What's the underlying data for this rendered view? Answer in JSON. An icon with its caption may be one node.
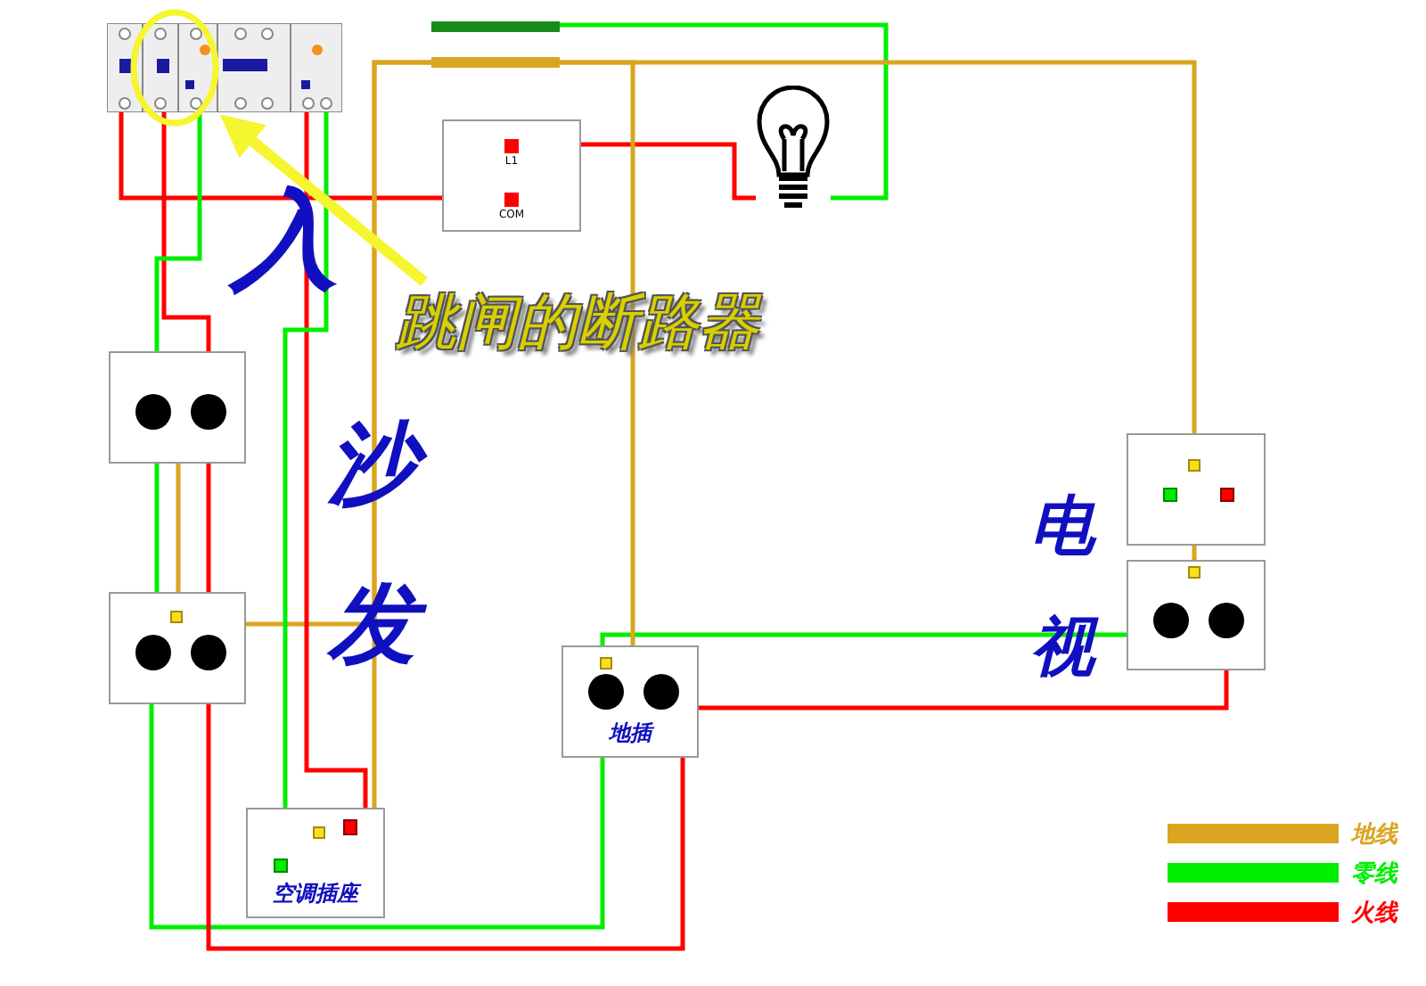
{
  "diagram": {
    "nodes": [
      {
        "text": [],
        "shape": "box"
      },
      {
        "text": [],
        "shape": "bar"
      },
      {
        "text": [],
        "shape": "bar"
      },
      {
        "text": [
          "L1",
          "COM"
        ]
      },
      {
        "text": [],
        "shape": "picture"
      },
      {
        "text": [
          "跳闸的断路器"
        ]
      },
      {
        "text": [],
        "shape": "box"
      },
      {
        "text": [],
        "shape": "box"
      },
      {
        "text": [
          "地插"
        ]
      },
      {
        "text": [],
        "shape": "box"
      },
      {
        "text": [],
        "shape": "box"
      },
      {
        "text": [
          "空调插座"
        ]
      }
    ],
    "edges": [
      {
        "from": 0,
        "to": 3,
        "arrow": "none",
        "color": "#ff0000"
      },
      {
        "from": 3,
        "to": 4,
        "arrow": "none",
        "color": "#ff0000"
      },
      {
        "from": 1,
        "to": 4,
        "arrow": "none",
        "color": "#00ee00"
      },
      {
        "from": 2,
        "to": 9,
        "arrow": "none",
        "color": "#daa520"
      },
      {
        "from": 9,
        "to": 10,
        "arrow": "none",
        "color": "#daa520"
      },
      {
        "from": 0,
        "to": 6,
        "arrow": "none",
        "color": "#ff0000"
      },
      {
        "from": 0,
        "to": 6,
        "arrow": "none",
        "color": "#00ee00"
      },
      {
        "from": 6,
        "to": 7,
        "arrow": "none",
        "color": "#ff0000"
      },
      {
        "from": 6,
        "to": 7,
        "arrow": "none",
        "color": "#00ee00"
      },
      {
        "from": 2,
        "to": 7,
        "arrow": "none",
        "color": "#daa520"
      },
      {
        "from": 7,
        "to": 6,
        "arrow": "none",
        "color": "#daa520"
      },
      {
        "from": 0,
        "to": 11,
        "arrow": "none",
        "color": "#ff0000"
      },
      {
        "from": 0,
        "to": 11,
        "arrow": "none",
        "color": "#00ee00"
      },
      {
        "from": 2,
        "to": 11,
        "arrow": "none",
        "color": "#daa520"
      },
      {
        "from": 7,
        "to": 8,
        "arrow": "none",
        "color": "#00ee00"
      },
      {
        "from": 8,
        "to": 10,
        "arrow": "none",
        "color": "#00ee00"
      },
      {
        "from": 7,
        "to": 8,
        "arrow": "none",
        "color": "#ff0000"
      },
      {
        "from": 8,
        "to": 10,
        "arrow": "none",
        "color": "#ff0000"
      },
      {
        "from": 2,
        "to": 8,
        "arrow": "none",
        "color": "#daa520"
      },
      {
        "from": 5,
        "to": 0,
        "arrow": "to",
        "style": "thick",
        "color": "#f5f530"
      }
    ],
    "labels": [
      "入",
      "沙发",
      "电视"
    ],
    "legend": [
      {
        "text": "地线",
        "color": "#daa520"
      },
      {
        "text": "零线",
        "color": "#00ee00"
      },
      {
        "text": "火线",
        "color": "#ff0000"
      }
    ]
  }
}
